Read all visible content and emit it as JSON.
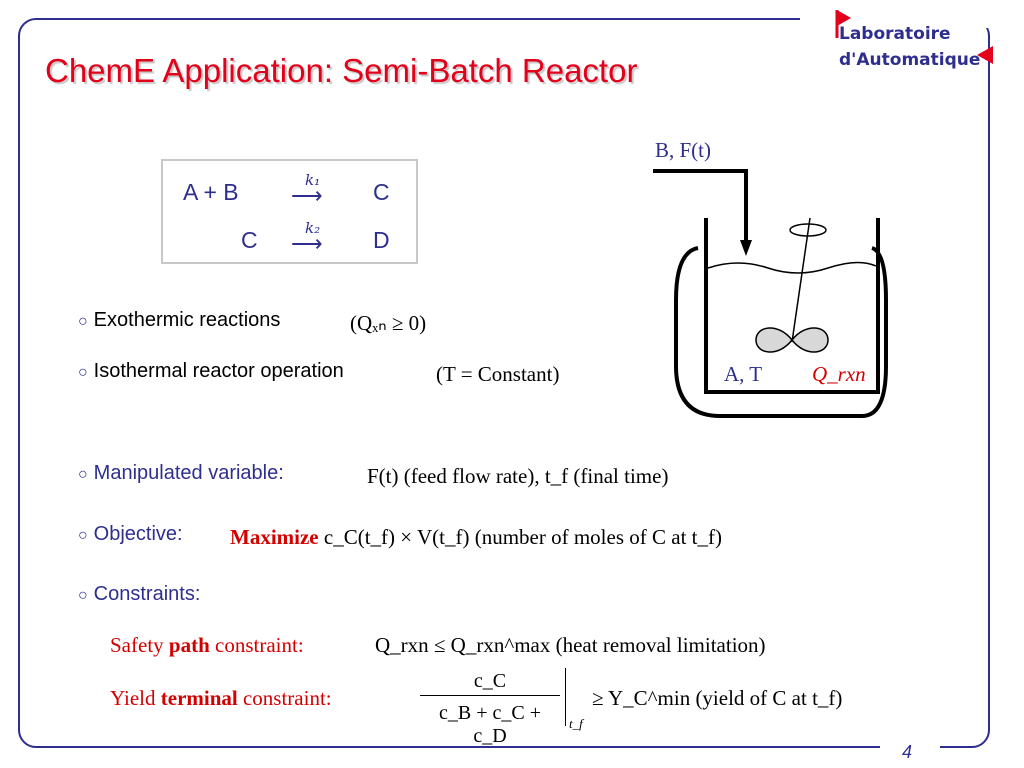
{
  "title": "ChemE Application: Semi-Batch Reactor",
  "logo": {
    "line1": "Laboratoire",
    "line2": "d'Automatique"
  },
  "reactions": {
    "r1_left": "A + B",
    "r1_rate": "k₁",
    "r1_right": "C",
    "r2_left": "C",
    "r2_rate": "k₂",
    "r2_right": "D",
    "arrow": "⟶"
  },
  "bullets": {
    "b1_text": "Exothermic reactions",
    "b1_math": "(Qₓₙ ≥ 0)",
    "b2_text": "Isothermal reactor operation",
    "b2_math": "(T = Constant)",
    "b3_text": "Manipulated variable:",
    "b3_math": "F(t) (feed flow rate), t_f (final time)",
    "b4_text": "Objective:",
    "b4_strong": "Maximize",
    "b4_math": "c_C(t_f) × V(t_f) (number of moles of C at t_f)",
    "b5_text": "Constraints:"
  },
  "constraints": {
    "safety_pre": "Safety",
    "safety_strong": "path",
    "safety_post": "constraint:",
    "safety_math": "Q_rxn ≤ Q_rxn^max (heat removal limitation)",
    "yield_pre": "Yield",
    "yield_strong": "terminal",
    "yield_post": "constraint:",
    "yield_num": "c_C",
    "yield_den": "c_B + c_C + c_D",
    "yield_sub": "t_f",
    "yield_rhs": "≥ Y_C^min (yield of C at t_f)"
  },
  "reactor": {
    "feed_label": "B, F(t)",
    "content_label": "A, T",
    "heat_label": "Q_rxn"
  },
  "page_number": "4",
  "colors": {
    "title": "#e3001b",
    "blue": "#2e2e8f",
    "red": "#d40000",
    "frame": "#2e2e8f"
  }
}
